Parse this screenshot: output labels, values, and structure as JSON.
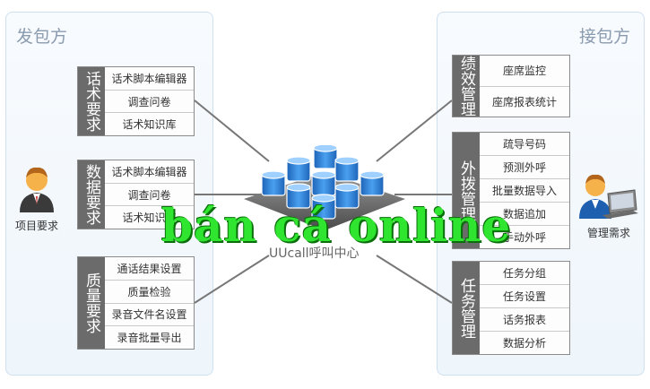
{
  "left_panel": {
    "title": "发包方",
    "person_label": "项目要求"
  },
  "right_panel": {
    "title": "接包方",
    "person_label": "管理需求"
  },
  "center": {
    "label": "UUcall呼叫中心"
  },
  "watermark": "bán cá online",
  "left_groups": [
    {
      "title": "话术要求",
      "items": [
        "话术脚本编辑器",
        "调查问卷",
        "话术知识库"
      ]
    },
    {
      "title": "数据要求",
      "items": [
        "话术脚本编辑器",
        "调查问卷",
        "话术知识库"
      ]
    },
    {
      "title": "质量要求",
      "items": [
        "通话结果设置",
        "质量检验",
        "录音文件名设置",
        "录音批量导出"
      ]
    }
  ],
  "right_groups": [
    {
      "title": "绩效管理",
      "items": [
        "座席监控",
        "座席报表统计"
      ]
    },
    {
      "title": "外拨管理",
      "items": [
        "疏导号码",
        "预测外呼",
        "批量数据导入",
        "数据追加",
        "手动外呼"
      ]
    },
    {
      "title": "任务管理",
      "items": [
        "任务分组",
        "任务设置",
        "话务报表",
        "数据分析"
      ]
    }
  ],
  "colors": {
    "group_header": "#6b6b6b",
    "panel_border": "#cfe0f0",
    "watermark": "#2fe52f"
  }
}
